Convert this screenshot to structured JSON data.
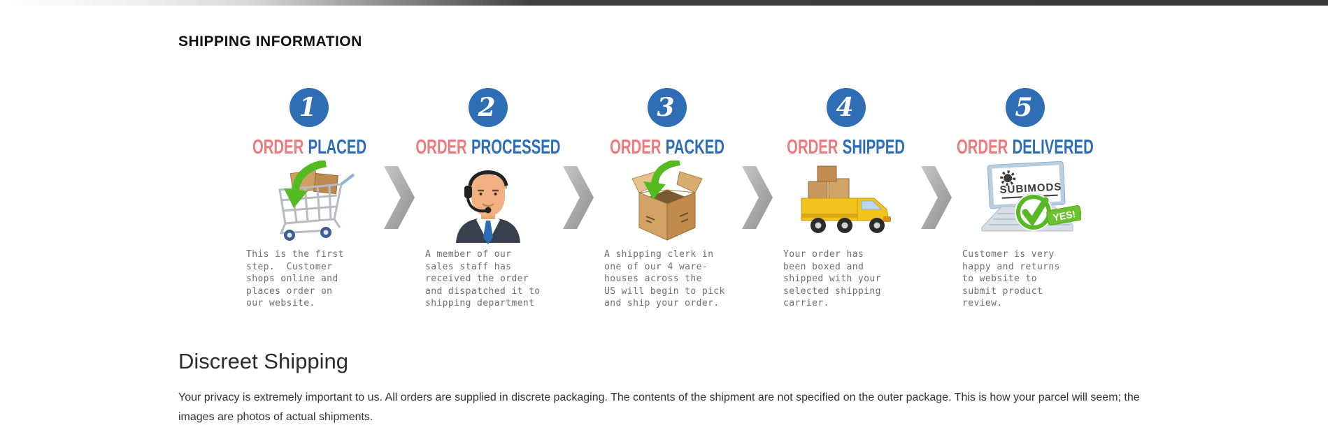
{
  "colors": {
    "title_red": "#ee7a7f",
    "title_blue": "#2d6db6",
    "circle_blue": "#2f6eb4",
    "desc_gray": "#6e6e6e",
    "arrow_gray": "#a8a8a8",
    "green": "#53bb1f"
  },
  "header": {
    "title": "SHIPPING INFORMATION"
  },
  "steps": [
    {
      "number": "1",
      "title_word1": "ORDER",
      "title_word2": "PLACED",
      "icon": "shopping-cart-icon",
      "description": "This is the first\nstep.  Customer\nshops online and\nplaces order on\nour website."
    },
    {
      "number": "2",
      "title_word1": "ORDER",
      "title_word2": "PROCESSED",
      "icon": "support-agent-icon",
      "description": "A member of our\nsales staff has\nreceived the order\nand dispatched it to\nshipping department"
    },
    {
      "number": "3",
      "title_word1": "ORDER",
      "title_word2": "PACKED",
      "icon": "open-box-icon",
      "description": "A shipping clerk in\none of our 4 ware-\nhouses across the\nUS will begin to pick\nand ship your order."
    },
    {
      "number": "4",
      "title_word1": "ORDER",
      "title_word2": "SHIPPED",
      "icon": "delivery-truck-icon",
      "description": "Your order has\nbeen boxed and\nshipped with your\nselected shipping\ncarrier."
    },
    {
      "number": "5",
      "title_word1": "ORDER",
      "title_word2": "DELIVERED",
      "icon": "laptop-approved-icon",
      "description": "Customer is very\nhappy and returns\nto website to\nsubmit product\nreview."
    }
  ],
  "step5_image": {
    "brand": "SUBIMODS",
    "badge": "YES!"
  },
  "discreet": {
    "title": "Discreet Shipping",
    "body": "Your privacy is extremely important to us. All orders are supplied in discrete packaging. The contents of the shipment are not specified on the outer package. This is how your parcel will seem; the images are photos of actual shipments."
  }
}
